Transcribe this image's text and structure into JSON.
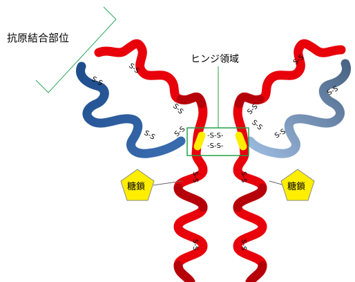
{
  "labels": {
    "antigen_binding_site": "抗原結合部位",
    "hinge_region": "ヒンジ領域",
    "glycan_left": "糖鎖",
    "glycan_right": "糖鎖"
  },
  "disulfide_bond_text": "S-S",
  "disulfide_bond_count": 14,
  "colors": {
    "heavy_chain": "#e8000b",
    "heavy_chain_dark": "#b5000a",
    "light_chain_left": "#2f5d9a",
    "light_chain_right": "#7f9fc4",
    "hinge_highlight": "#ffee00",
    "glycan": "#ffee00",
    "hinge_box": "#22a04a",
    "bracket": "#2ca85a"
  }
}
